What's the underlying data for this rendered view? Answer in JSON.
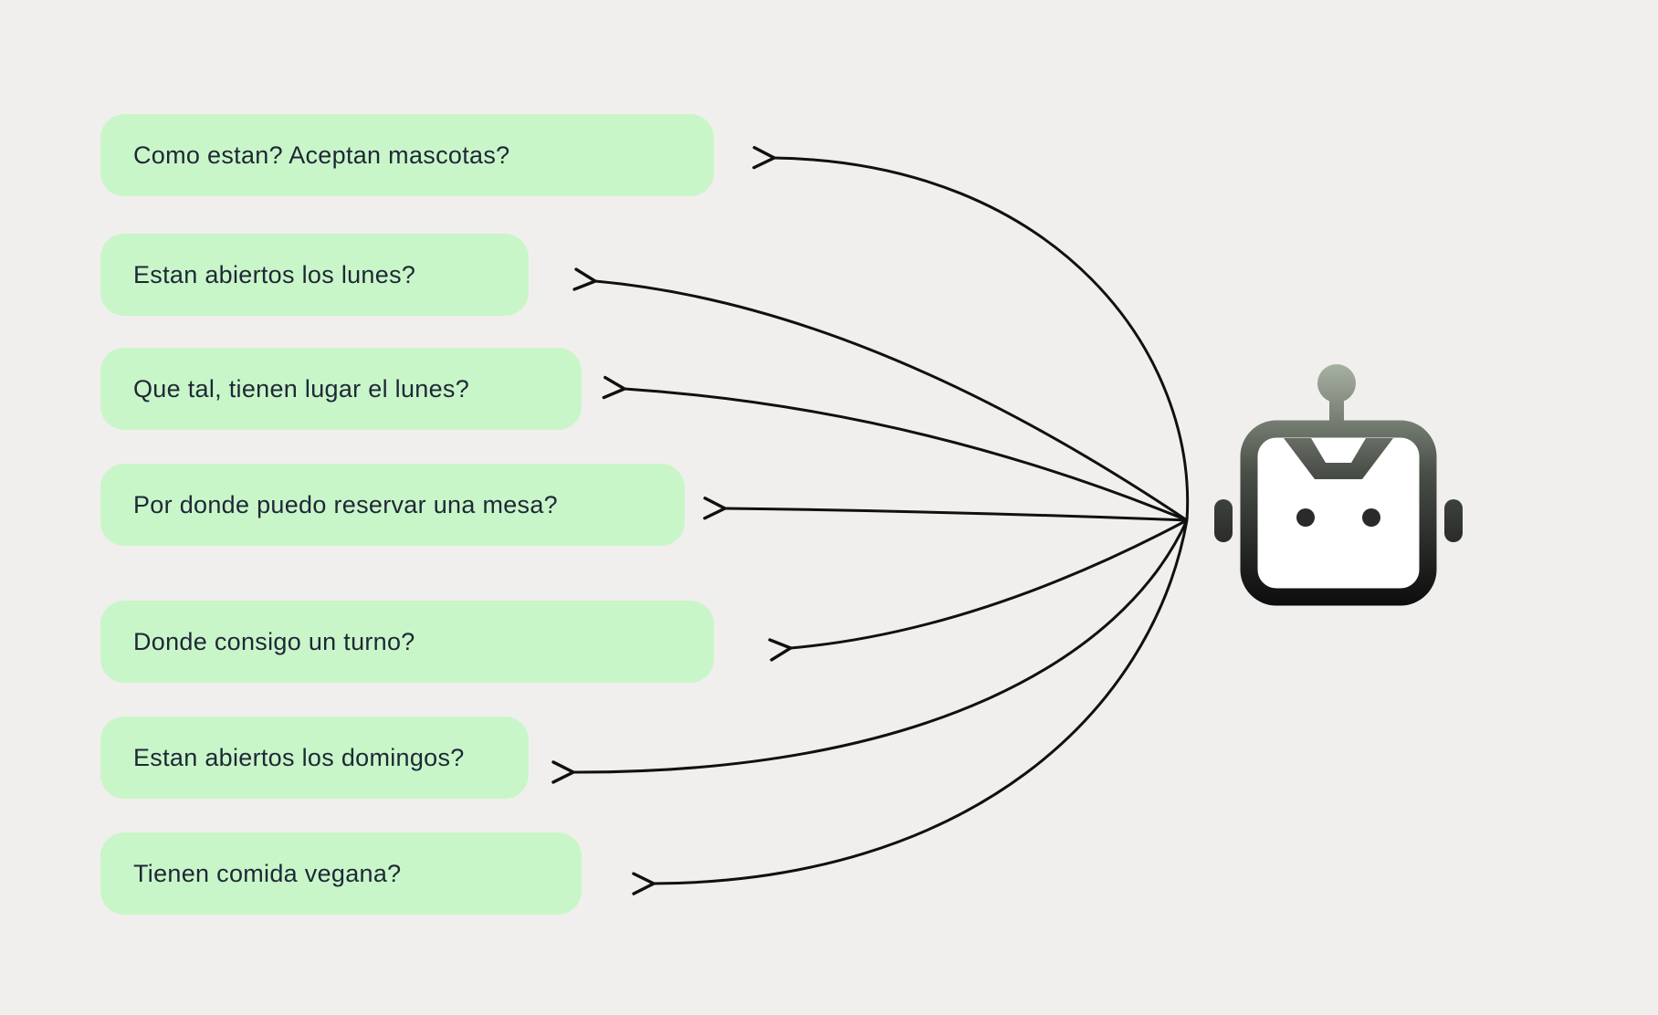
{
  "diagram": {
    "bubbles": [
      {
        "text": "Como estan? Aceptan mascotas?"
      },
      {
        "text": "Estan abiertos los lunes?"
      },
      {
        "text": "Que tal, tienen lugar el lunes?"
      },
      {
        "text": "Por donde puedo reservar una mesa?"
      },
      {
        "text": "Donde consigo un turno?"
      },
      {
        "text": "Estan abiertos los domingos?"
      },
      {
        "text": "Tienen comida vegana?"
      }
    ],
    "icons": {
      "robot": "robot-icon"
    },
    "colors": {
      "background": "#f0efed",
      "bubble_bg": "#c9f6c9",
      "bubble_text": "#1e2836",
      "arrow": "#101010",
      "robot_gradient_top": "#9aa396",
      "robot_gradient_bottom": "#101010",
      "robot_face": "#ffffff"
    }
  }
}
